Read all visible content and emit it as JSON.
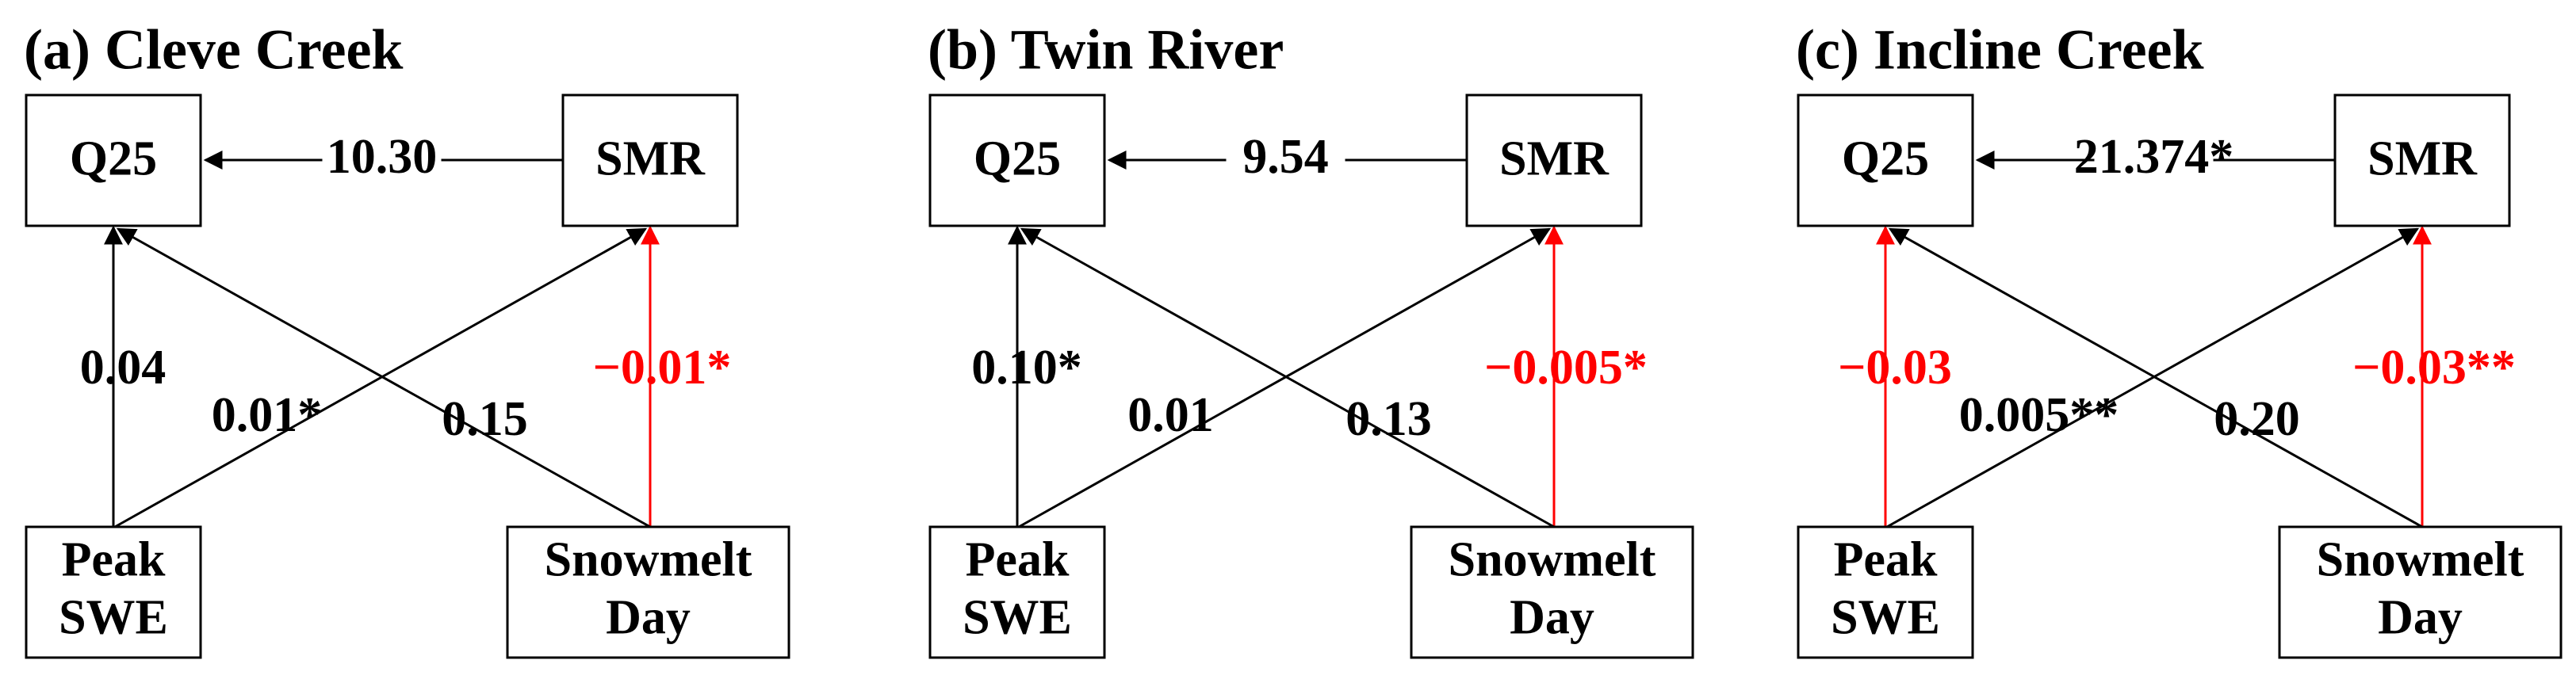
{
  "colors": {
    "default": "#000000",
    "negative": "#ff0000"
  },
  "panels": [
    {
      "title": "(a) Cleve Creek",
      "q25": "Q25",
      "smr": "SMR",
      "peak": [
        "Peak",
        "SWE"
      ],
      "snow": [
        "Snowmelt",
        "Day"
      ],
      "coef_smr_q25": "10.30",
      "coef_peak_q25": "0.04",
      "coef_peak_smr": "0.01*",
      "coef_snow_q25": "0.15",
      "coef_snow_smr": "−0.01*",
      "neg_peak_q25": false,
      "neg_snow_smr": true
    },
    {
      "title": "(b) Twin River",
      "q25": "Q25",
      "smr": "SMR",
      "peak": [
        "Peak",
        "SWE"
      ],
      "snow": [
        "Snowmelt",
        "Day"
      ],
      "coef_smr_q25": "9.54",
      "coef_peak_q25": "0.10*",
      "coef_peak_smr": "0.01",
      "coef_snow_q25": "0.13",
      "coef_snow_smr": "−0.005*",
      "neg_peak_q25": false,
      "neg_snow_smr": true
    },
    {
      "title": "(c) Incline Creek",
      "q25": "Q25",
      "smr": "SMR",
      "peak": [
        "Peak",
        "SWE"
      ],
      "snow": [
        "Snowmelt",
        "Day"
      ],
      "coef_smr_q25": "21.374*",
      "coef_peak_q25": "−0.03",
      "coef_peak_smr": "0.005**",
      "coef_snow_q25": "0.20",
      "coef_snow_smr": "−0.03**",
      "neg_peak_q25": true,
      "neg_snow_smr": true
    }
  ]
}
